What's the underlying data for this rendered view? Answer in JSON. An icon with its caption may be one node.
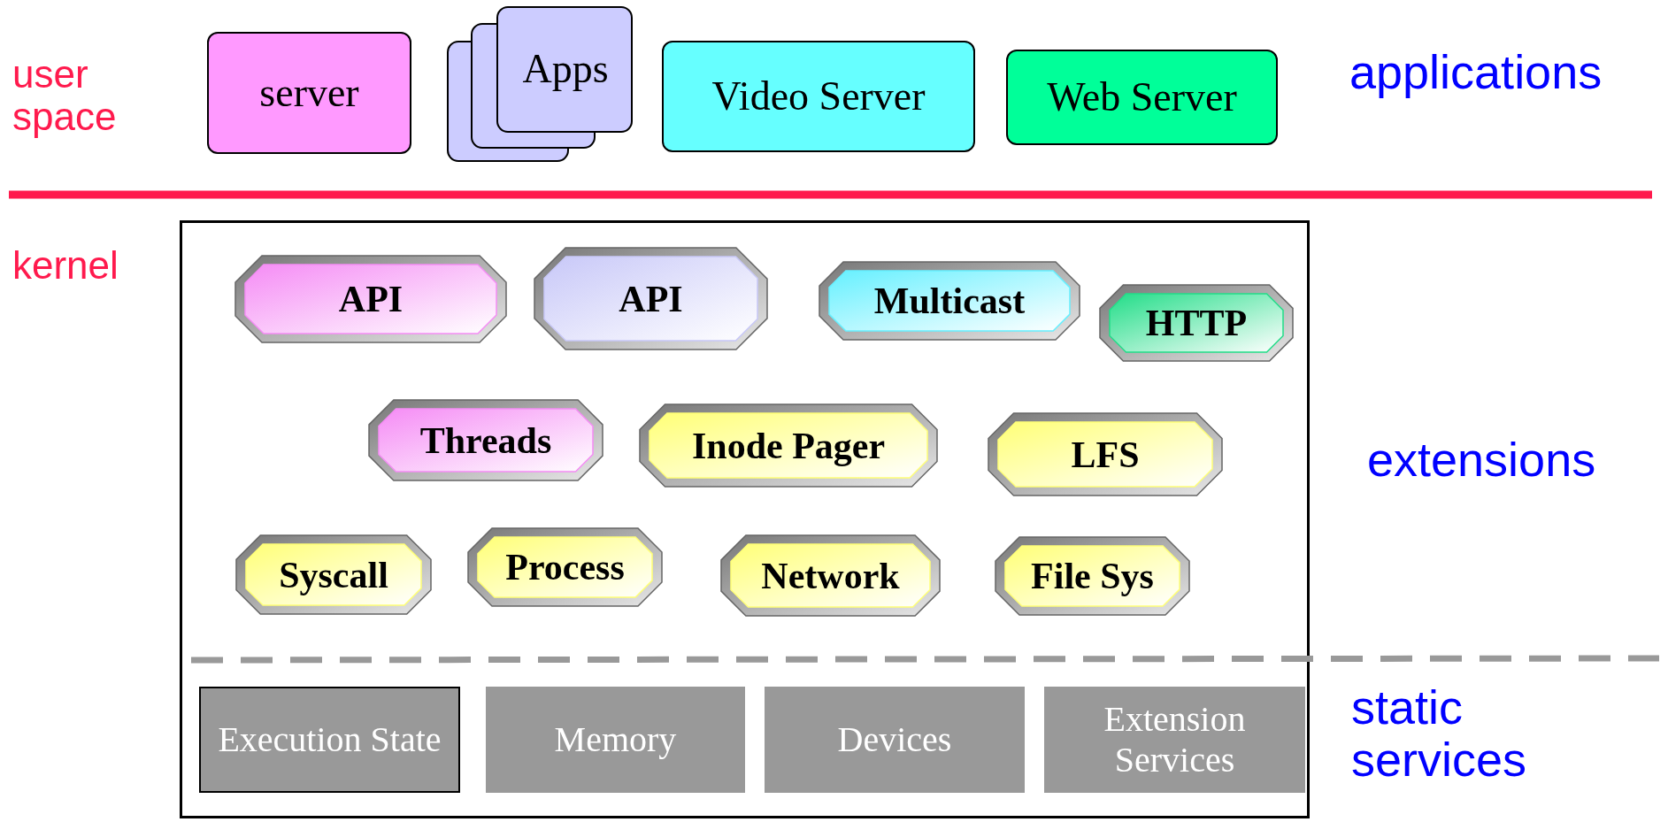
{
  "diagram": {
    "nodes": [
      {
        "text": [
          "server"
        ]
      },
      {
        "text": [
          "Apps"
        ]
      },
      {
        "text": [
          "Video Server"
        ]
      },
      {
        "text": [
          "Web Server"
        ]
      },
      {
        "text": [],
        "shape": "box"
      },
      {
        "text": [
          "API"
        ],
        "in": 4
      },
      {
        "text": [
          "API"
        ],
        "in": 4
      },
      {
        "text": [
          "Multicast"
        ],
        "in": 4
      },
      {
        "text": [
          "HTTP"
        ],
        "in": 4
      },
      {
        "text": [
          "Threads"
        ],
        "in": 4
      },
      {
        "text": [
          "Inode Pager"
        ],
        "in": 4
      },
      {
        "text": [
          "LFS"
        ],
        "in": 4
      },
      {
        "text": [
          "Syscall"
        ],
        "in": 4
      },
      {
        "text": [
          "Process"
        ],
        "in": 4
      },
      {
        "text": [
          "Network"
        ],
        "in": 4
      },
      {
        "text": [
          "File Sys"
        ],
        "in": 4
      },
      {
        "text": [
          "Execution State"
        ],
        "in": 4
      },
      {
        "text": [
          "Memory"
        ],
        "in": 4
      },
      {
        "text": [
          "Devices"
        ],
        "in": 4
      },
      {
        "text": [
          "Extension Services"
        ],
        "in": 4
      }
    ],
    "edges": [],
    "labels": [
      "user space",
      "applications",
      "kernel",
      "extensions",
      "static services"
    ]
  }
}
